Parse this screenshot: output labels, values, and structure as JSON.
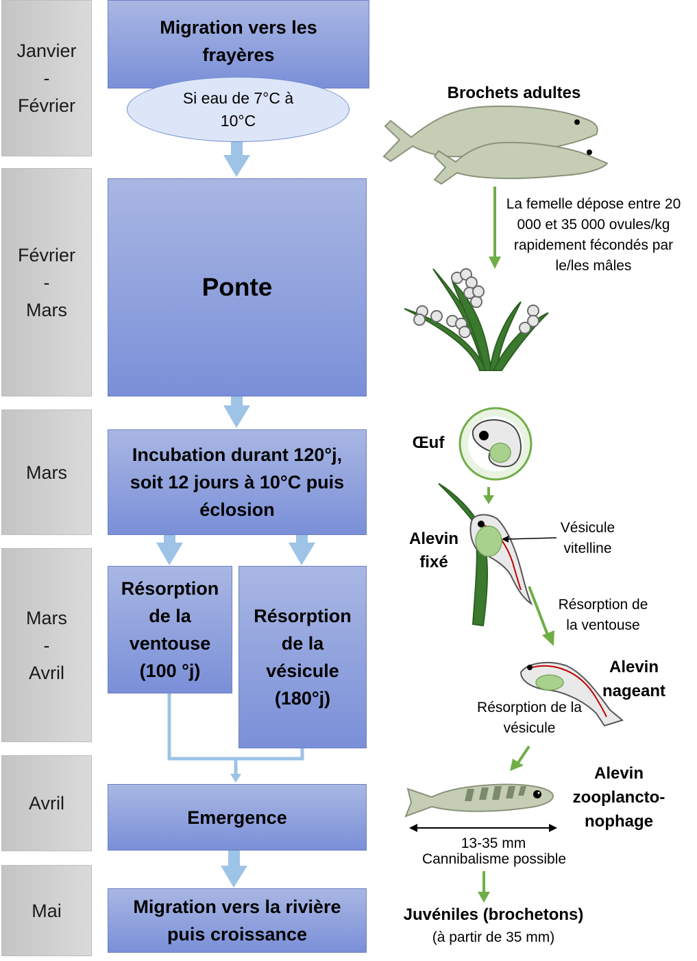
{
  "months": [
    {
      "lines": [
        "Janvier",
        "-",
        "Février"
      ]
    },
    {
      "lines": [
        "Février",
        "-",
        "Mars"
      ]
    },
    {
      "lines": [
        "Mars"
      ]
    },
    {
      "lines": [
        "Mars",
        "-",
        "Avril"
      ]
    },
    {
      "lines": [
        "Avril"
      ]
    },
    {
      "lines": [
        "Mai"
      ]
    }
  ],
  "steps": {
    "migration": "Migration vers les frayères",
    "temperature": "Si eau de 7°C à 10°C",
    "ponte": "Ponte",
    "incubation": "Incubation durant 120°j, soit 12 jours à 10°C puis éclosion",
    "ventouse": "Résorption de la ventouse (100 °j)",
    "vesicule": "Résorption de la vésicule (180°j)",
    "emergence": "Emergence",
    "final": "Migration vers la rivière puis croissance"
  },
  "illustration": {
    "adults_title": "Brochets adultes",
    "spawn_text": "La femelle dépose entre 20 000 et 35 000 ovules/kg rapidement fécondés par le/les mâles",
    "egg_label": "Œuf",
    "fixed_fry_label": "Alevin fixé",
    "yolk_label": "Vésicule vitelline",
    "sucker_resorption": "Résorption de la ventouse",
    "swimming_fry_label": "Alevin nageant",
    "yolk_resorption": "Résorption de la vésicule",
    "zoo_fry_label": "Alevin zooplancto-nophage",
    "size_range": "13-35 mm",
    "cannibalism": "Cannibalisme possible",
    "juveniles_label": "Juvéniles (brochetons)",
    "juveniles_size": "(à partir de 35 mm)"
  },
  "colors": {
    "step_box": "#8fa2df",
    "month_box": "#cfcfcf",
    "flow_arrow": "#9dc3e6",
    "green_arrow": "#70ad47",
    "fish_fill": "#c5cdb5",
    "plant": "#3b7a2e"
  }
}
